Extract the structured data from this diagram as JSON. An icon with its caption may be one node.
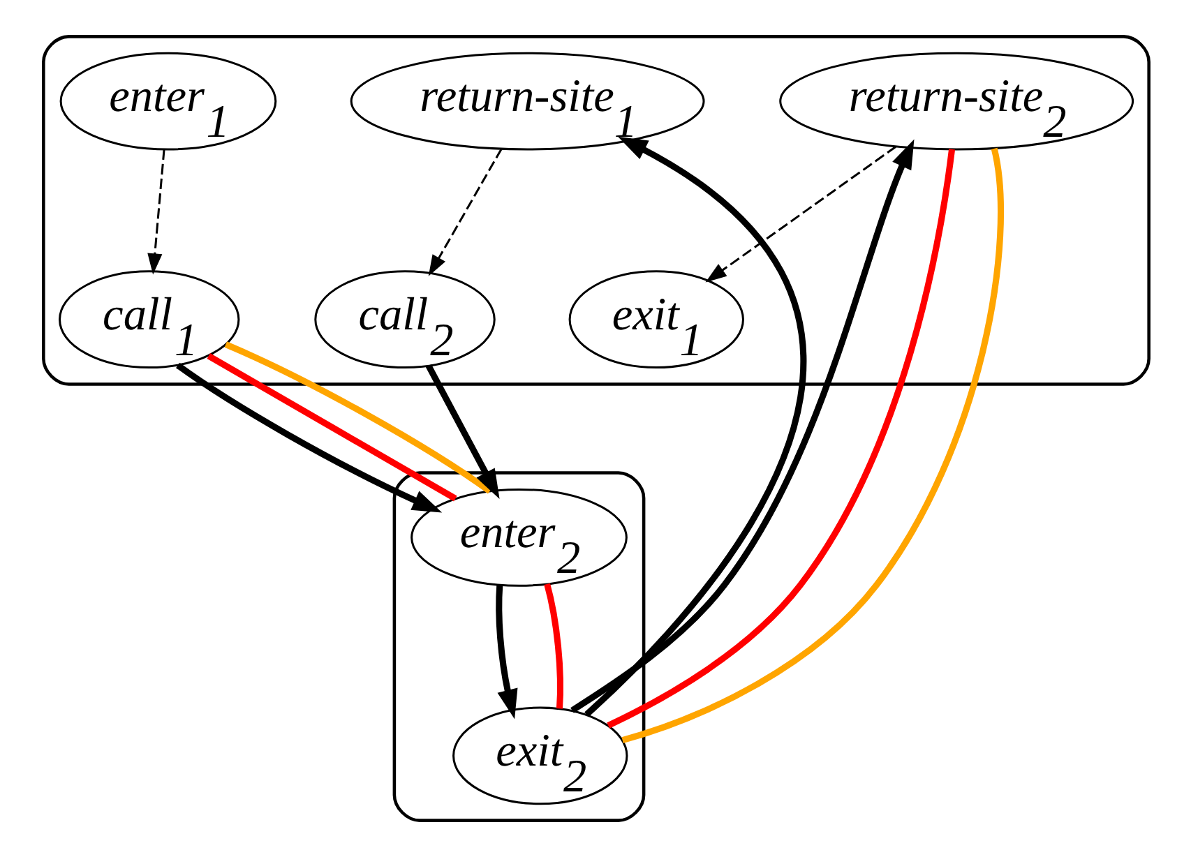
{
  "diagram": {
    "nodes": [
      {
        "text": [],
        "shape": "box"
      },
      {
        "text": [
          "enter$_{1}$"
        ],
        "in": 0
      },
      {
        "text": [
          "exit$_{1}$"
        ],
        "in": 0
      },
      {
        "text": [
          "call$_{1}$"
        ],
        "in": 0
      },
      {
        "text": [
          "return-site$_{1}$"
        ],
        "in": 0
      },
      {
        "text": [
          "call$_{2}$"
        ],
        "in": 0
      },
      {
        "text": [
          "return-site$_{2}$"
        ],
        "in": 0
      },
      {
        "text": [],
        "shape": "box"
      },
      {
        "text": [
          "enter$_{2}$"
        ],
        "in": 7
      },
      {
        "text": [
          "exit$_{2}$"
        ],
        "in": 7
      }
    ],
    "edges": [
      {
        "from": 1,
        "to": 3,
        "arrow": "to",
        "style": "dashed"
      },
      {
        "from": 4,
        "to": 5,
        "arrow": "to",
        "style": "dashed"
      },
      {
        "from": 6,
        "to": 2,
        "arrow": "to",
        "style": "dashed"
      },
      {
        "from": 3,
        "to": 8,
        "arrow": "to"
      },
      {
        "from": 5,
        "to": 8,
        "arrow": "to"
      },
      {
        "from": 9,
        "to": 4,
        "arrow": "to"
      },
      {
        "from": 9,
        "to": 6,
        "arrow": "to"
      },
      {
        "from": 8,
        "to": 9,
        "arrow": "to"
      },
      {
        "from": 3,
        "to": 8,
        "arrow": "none",
        "color": "#ff0000"
      },
      {
        "from": 8,
        "to": 9,
        "arrow": "none",
        "color": "#ff0000"
      },
      {
        "from": 9,
        "to": 6,
        "arrow": "none",
        "color": "#ff0000"
      },
      {
        "from": 3,
        "to": 8,
        "arrow": "none",
        "color": "#ffa500"
      },
      {
        "from": 9,
        "to": 6,
        "arrow": "none",
        "color": "#ffa500"
      }
    ]
  }
}
